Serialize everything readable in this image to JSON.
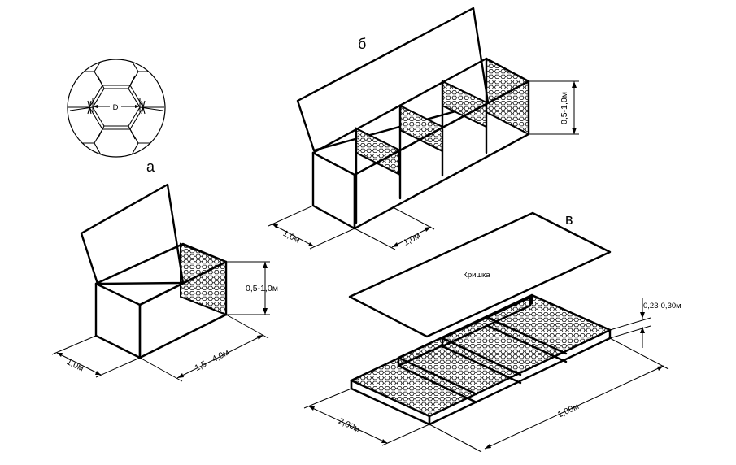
{
  "figure_labels": {
    "a": "а",
    "b": "б",
    "v": "в"
  },
  "mesh_detail": {
    "cell_label": "D"
  },
  "gabion_a": {
    "width_label": "1,0м",
    "length_label": "1,5 - 4,0м",
    "height_label": "0,5-1,0м"
  },
  "gabion_b": {
    "width_label": "1,0м",
    "length_label": "1,0м",
    "height_label": "0,5-1,0м"
  },
  "mattress_v": {
    "lid_label": "Кришка",
    "width_label": "2,00м",
    "length_label": "1,00м",
    "height_label": "0,23-0,30м"
  }
}
